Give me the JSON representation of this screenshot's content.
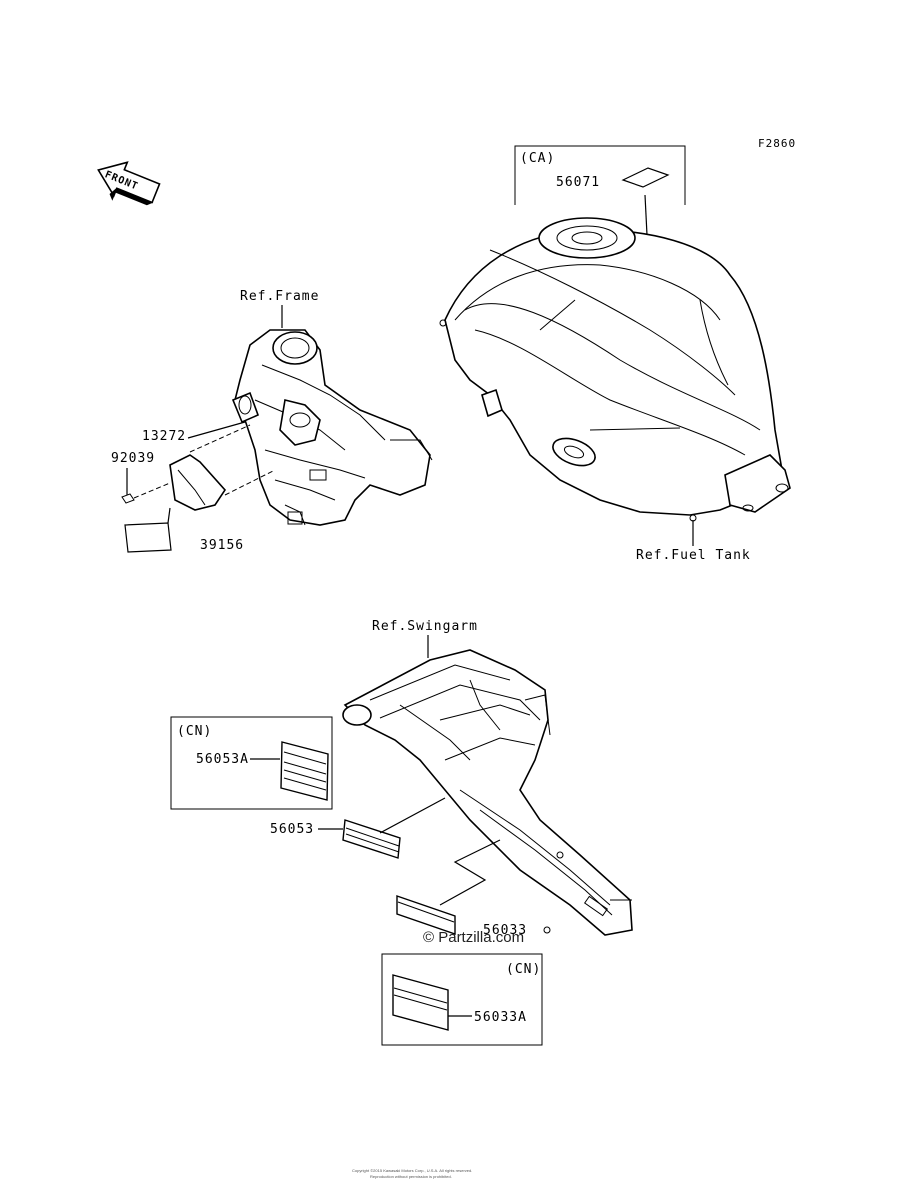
{
  "figure_code": "F2860",
  "front_arrow": "FRONT",
  "refs": {
    "frame": "Ref.Frame",
    "fuel_tank": "Ref.Fuel Tank",
    "swingarm": "Ref.Swingarm"
  },
  "boxes": {
    "ca": "(CA)",
    "cn_left": "(CN)",
    "cn_bottom": "(CN)"
  },
  "parts": {
    "p56071": "56071",
    "p13272": "13272",
    "p92039": "92039",
    "p39156": "39156",
    "p56053A": "56053A",
    "p56053": "56053",
    "p56033": "56033",
    "p56033A": "56033A"
  },
  "watermark": "© Partzilla.com",
  "footer_line1": "Copyright ©2015 Kawasaki Motors Corp., U.S.A. All rights reserved.",
  "footer_line2": "Reproduction without permission is prohibited."
}
